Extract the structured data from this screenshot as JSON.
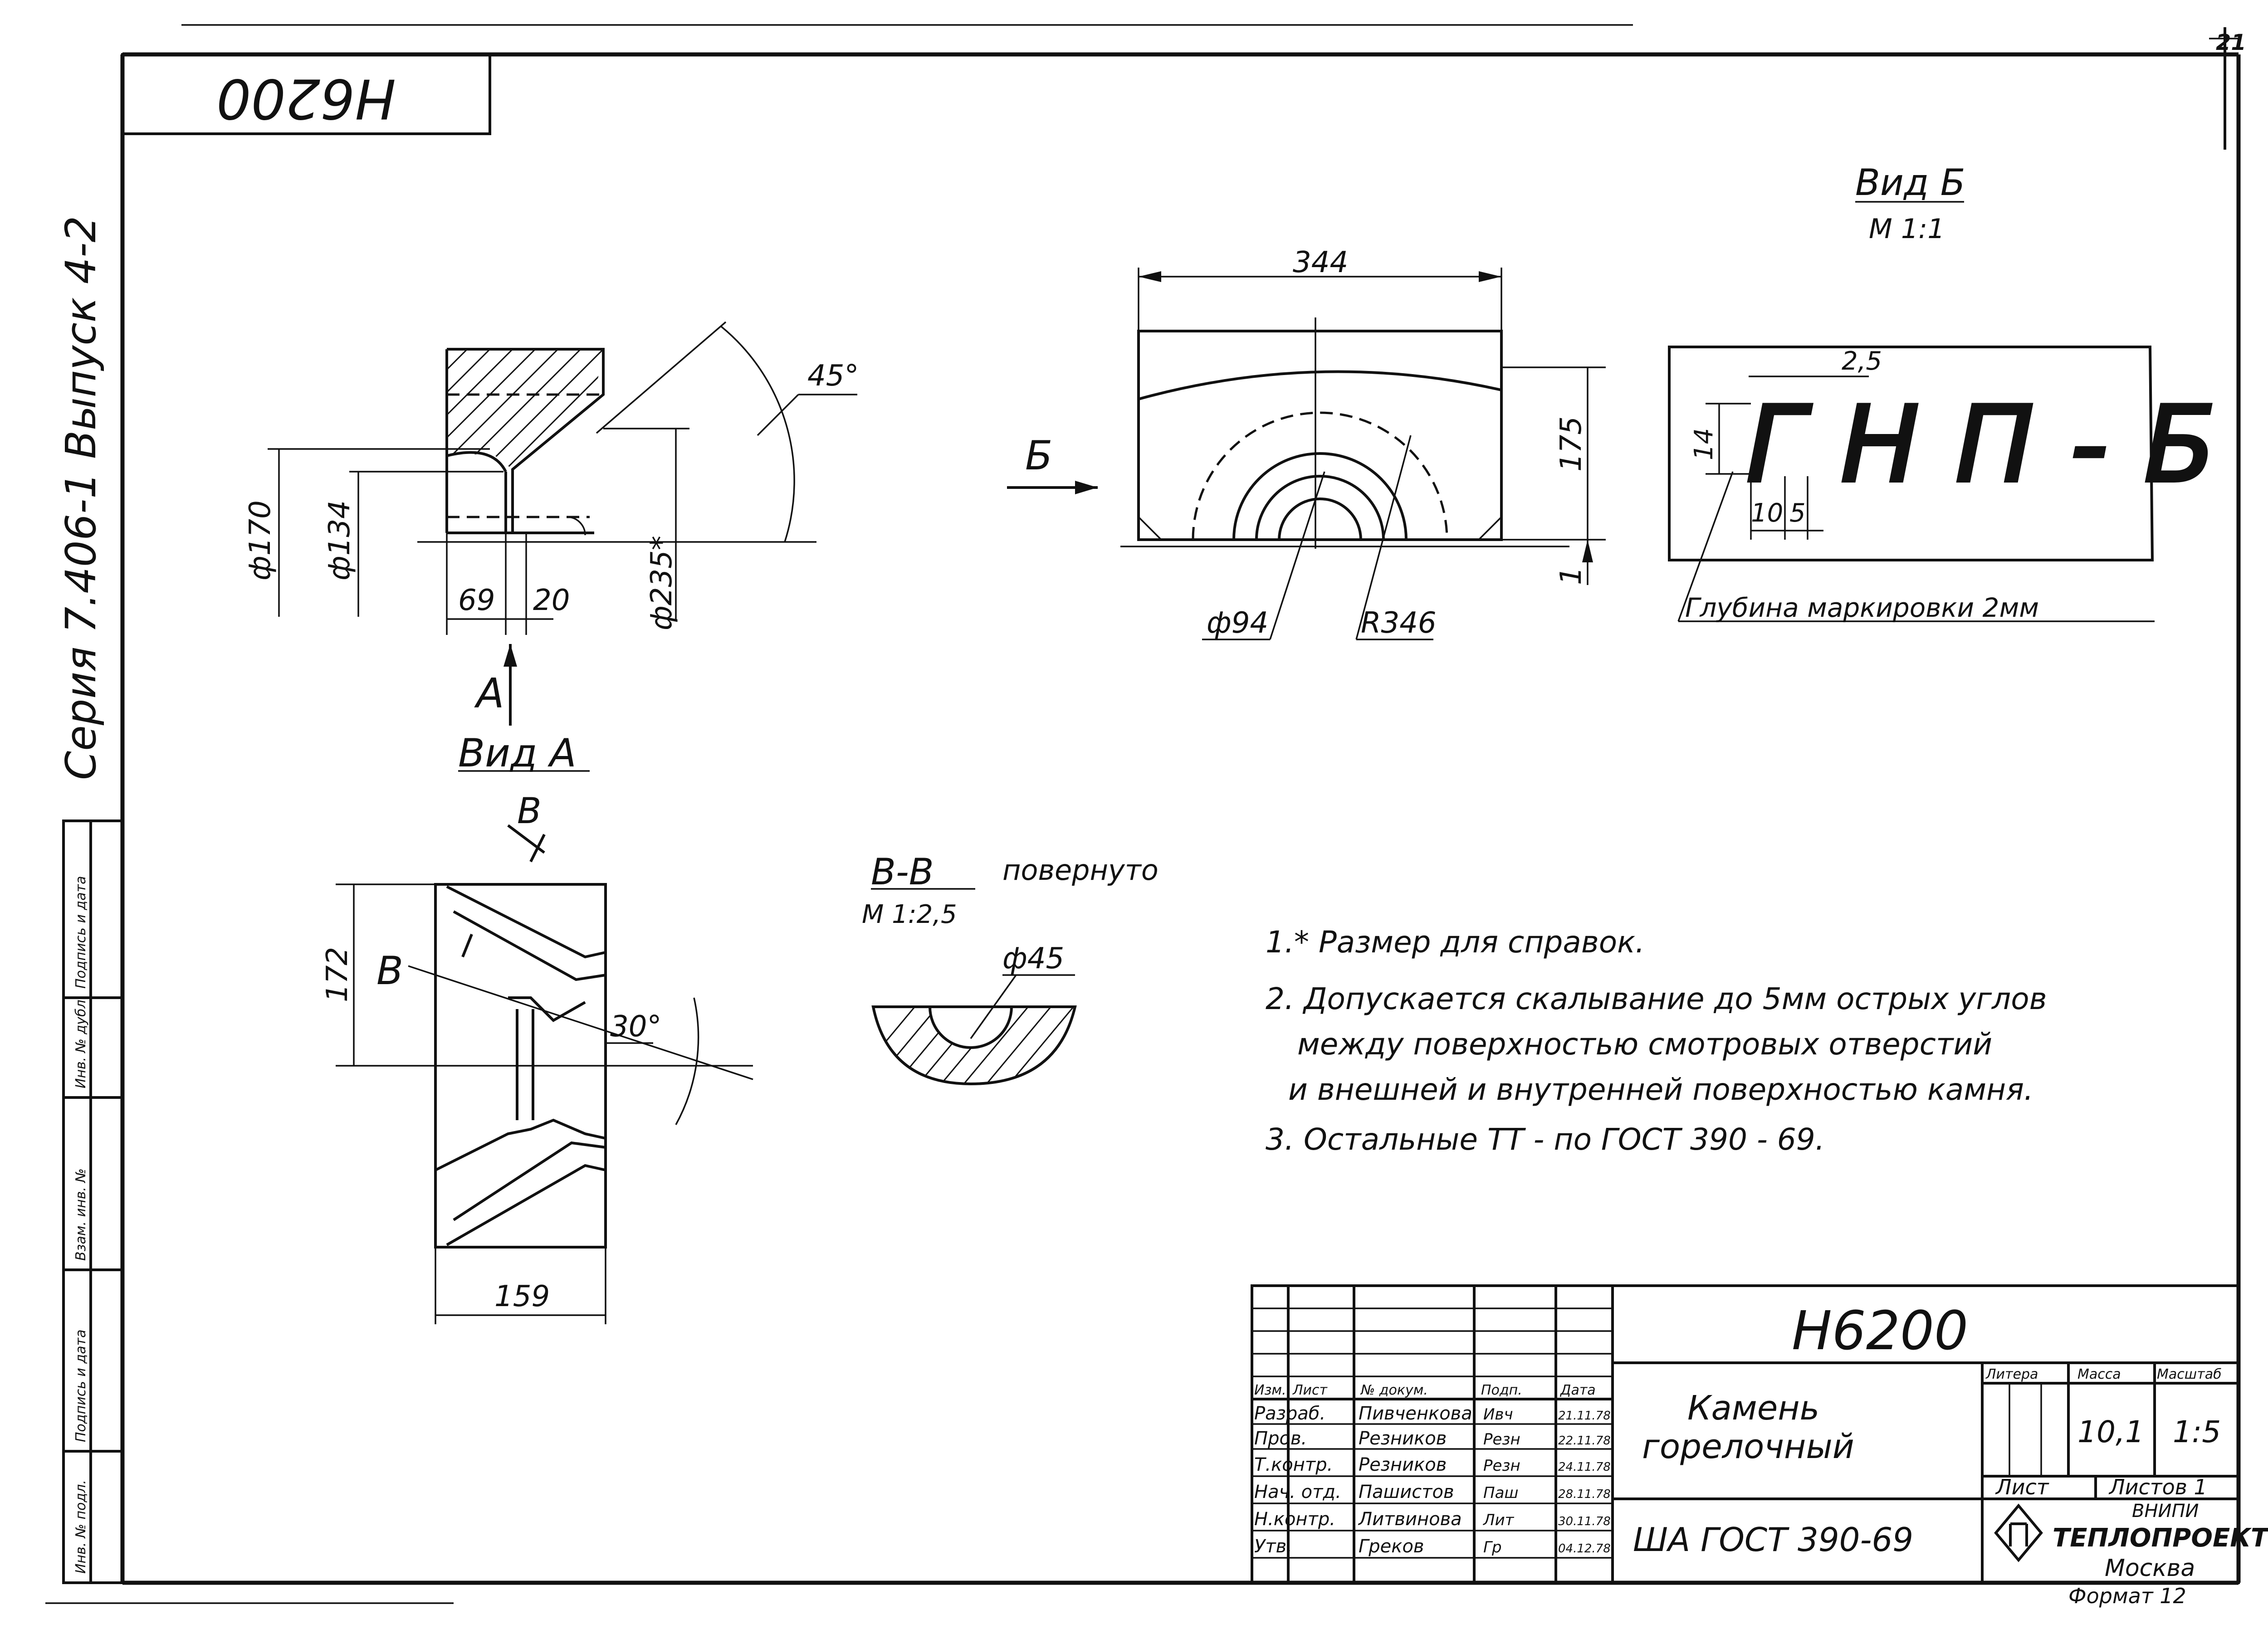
{
  "drawing": {
    "designation": "Н6200",
    "sheet_number": "21",
    "series_vertical": "Серия 7.406-1   Выпуск 4-2",
    "side_stamp_labels": [
      "Инв. № подл.",
      "Подпись и дата",
      "Взам. инв. №",
      "Инв. № дубл.",
      "Подпись и дата"
    ]
  },
  "view_a_top": {
    "dims": {
      "d170": "ф170",
      "d134": "ф134",
      "d235": "ф235*",
      "l69": "69",
      "l20": "20",
      "angle45": "45°"
    },
    "label_a": "А",
    "view_a_title": "Вид А"
  },
  "view_main": {
    "arrow_label": "Б",
    "dims": {
      "w344": "344",
      "h175": "175",
      "h1": "1",
      "d94": "ф94",
      "r346": "R346"
    }
  },
  "view_b": {
    "title": "Вид Б",
    "scale": "М 1:1",
    "marking": "ГНП-Б",
    "dims": {
      "d25": "2,5",
      "d14": "14",
      "d10": "10",
      "d5": "5"
    },
    "depth_note": "Глубина маркировки 2мм"
  },
  "view_bottom": {
    "section_mark": "В",
    "dims": {
      "h172": "172",
      "w159": "159",
      "angle30": "30°"
    }
  },
  "section": {
    "title": "В-В",
    "rotated": "повернуто",
    "scale": "М 1:2,5",
    "dim": "ф45"
  },
  "notes": [
    "1.* Размер для справок.",
    "2. Допускается скалывание до 5мм острых углов",
    "между поверхностью смотровых отверстий",
    "и внешней и внутренней поверхностью камня.",
    "3. Остальные ТТ - по ГОСТ 390 - 69."
  ],
  "title_block": {
    "designation": "Н6200",
    "name_line1": "Камень",
    "name_line2": "горелочный",
    "material": "ША ГОСТ 390-69",
    "headers": {
      "litera": "Литера",
      "massa": "Масса",
      "masshtab": "Масштаб"
    },
    "mass": "10,1",
    "scale": "1:5",
    "sheet_label": "Лист",
    "sheets_label": "Листов 1",
    "org_line1": "ВНИПИ",
    "org_line2": "ТЕПЛОПРОЕКТ",
    "org_line3": "Москва",
    "format": "Формат 12",
    "col_headers": [
      "Изм.",
      "Лист",
      "№ докум.",
      "Подп.",
      "Дата"
    ],
    "rows": [
      {
        "role": "Разраб.",
        "name": "Пивченкова",
        "sign": "Ивч",
        "date": "21.11.78"
      },
      {
        "role": "Пров.",
        "name": "Резников",
        "sign": "Резн",
        "date": "22.11.78"
      },
      {
        "role": "Т.контр.",
        "name": "Резников",
        "sign": "Резн",
        "date": "24.11.78"
      },
      {
        "role": "Нач. отд.",
        "name": "Пашистов",
        "sign": "Паш",
        "date": "28.11.78"
      },
      {
        "role": "Н.контр.",
        "name": "Литвинова",
        "sign": "Лит",
        "date": "30.11.78"
      },
      {
        "role": "Утв.",
        "name": "Греков",
        "sign": "Гр",
        "date": "04.12.78"
      }
    ]
  }
}
